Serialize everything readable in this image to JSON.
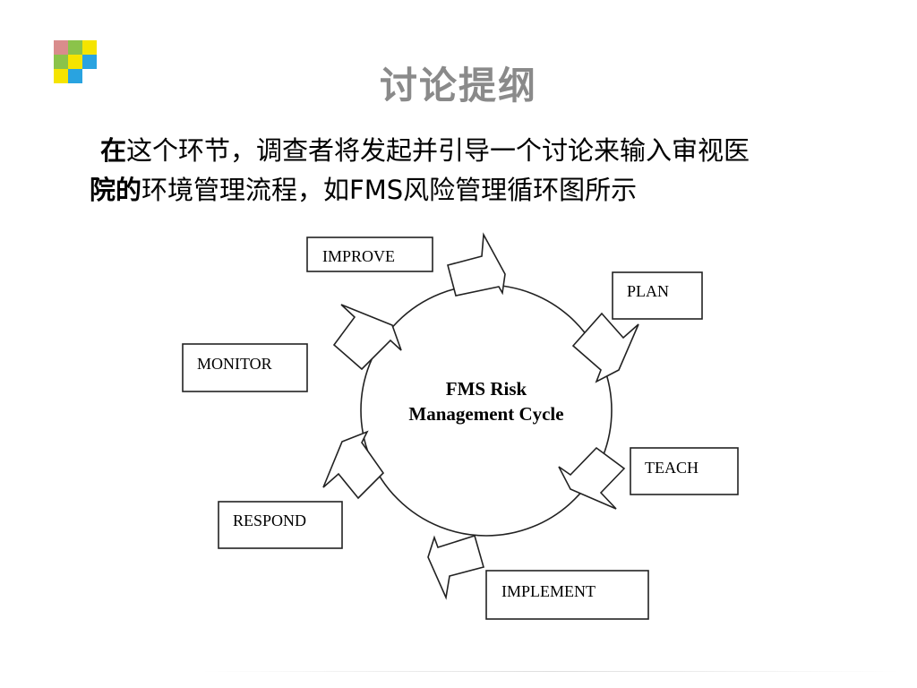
{
  "logo": {
    "colors": [
      "#d98c8c",
      "#8bc34a",
      "#f5e400",
      "#8bc34a",
      "#f5e400",
      "#29a3e0",
      "#f5e400",
      "#29a3e0"
    ]
  },
  "title": "讨论提纲",
  "body": {
    "line1_bold": "在",
    "line1_rest": "这个环节，调查者将发起并引导一个讨论来输入审视医",
    "line2_bold": "院的",
    "line2_rest": "环境管理流程，如FMS风险管理循环图所示"
  },
  "diagram": {
    "center_line1": "FMS Risk",
    "center_line2": "Management Cycle",
    "stages": [
      "PLAN",
      "TEACH",
      "IMPLEMENT",
      "RESPOND",
      "MONITOR",
      "IMPROVE"
    ]
  }
}
